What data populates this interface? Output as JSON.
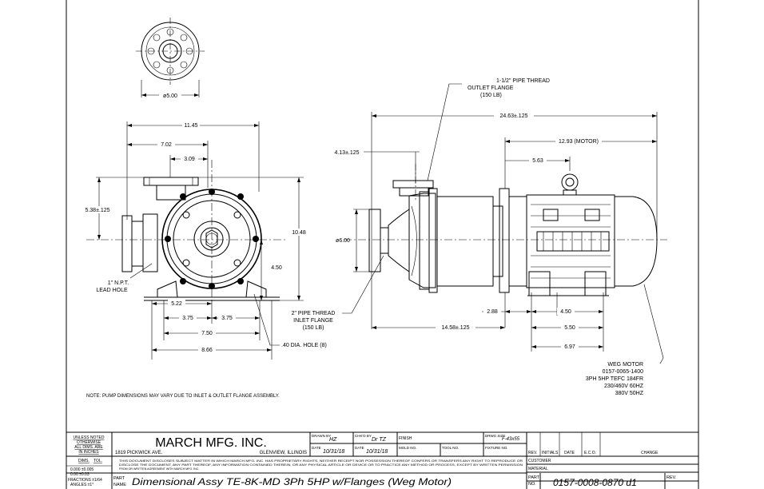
{
  "drawing": {
    "note": "NOTE: PUMP DIMENSIONS MAY VARY DUE TO INLET & OUTLET FLANGE ASSEMBLY.",
    "flange_view": {
      "diameter": "ø5.00"
    },
    "side_view": {
      "overall_width": "11.45",
      "dim_702": "7.02",
      "dim_309": "3.09",
      "height_538": "5.38±.125",
      "height_1048": "10.48",
      "height_450": "4.50",
      "npt_label": "1\" N.P.T.",
      "lead_hole": "LEAD HOLE",
      "dim_522": "5.22",
      "dim_375a": "3.75",
      "dim_375b": "3.75",
      "dim_750": "7.50",
      "dim_866": "8.66",
      "hole_note": ".40 DIA. HOLE (8)"
    },
    "front_view": {
      "outlet_1": "1-1/2\" PIPE THREAD",
      "outlet_2": "OUTLET FLANGE",
      "outlet_3": "(150 LB)",
      "overall_length": "24.63±.125",
      "motor_length": "12.93 (MOTOR)",
      "dim_563": "5.63",
      "dim_413": "4.13±.125",
      "dia_600": "ø6.00",
      "dim_288": "2.88",
      "dim_450": "4.50",
      "dim_1458": "14.58±.125",
      "dim_550": "5.50",
      "dim_697": "6.97",
      "inlet_1": "2\" PIPE THREAD",
      "inlet_2": "INLET FLANGE",
      "inlet_3": "(150 LB)",
      "motor_1": "WEG MOTOR",
      "motor_2": "0157-0065-1400",
      "motor_3": "3PH 5HP TEFC 184FR",
      "motor_4": "230/460V 60HZ",
      "motor_5": "380V 50HZ"
    }
  },
  "title_block": {
    "unless_noted_1": "UNLESS NOTED",
    "unless_noted_2": "OTHERWISE",
    "unless_noted_3": "ALL DIMS. ARE",
    "unless_noted_4": "IN INCHES",
    "company": "MARCH MFG. INC.",
    "address": "1819 PICKWICK AVE.",
    "city": "GLENVIEW, ILLINOIS",
    "drawn_by_label": "DRAWN BY",
    "drawn_by": "HZ",
    "date_label": "DATE",
    "drawn_date": "10/31/18",
    "chkd_label": "CHK'D BY",
    "chkd_by": "Dr TZ",
    "chkd_date": "10/31/18",
    "mold_label": "MOLD NO.",
    "finish_label": "FINISH",
    "tool_label": "TOOL NO.",
    "fixture_label": "FIXTURE NO.",
    "drwg_size_label": "DRWG SIZE",
    "drwg_size": "F-43x55",
    "dims_label": "DIMS.",
    "tol_label": "TOL.",
    "tol_1": "0.000   ±0.005",
    "tol_2": "0.00    ±0.03",
    "tol_3": "FRACTIONS ±1/64",
    "tol_4": "ANGLES   ±1°",
    "disclaimer_1": "THIS DOCUMENT DISCLOSES SUBJECT MATTER IN WHICH MARCH MFG. INC. HAS PROPRIETARY RIGHTS, NEITHER RECEIPT NOR POSSESSION THEREOF CONFERS OR TRANSFERS ANY RIGHT TO REPRODUCE OR",
    "disclaimer_2": "DISCLOSE THE DOCUMENT, ANY PART THEREOF, ANY INFORMATION CONTAINED THEREIN, OR ANY PHYSICAL ARTICLE OR DEVICE OR TO PRACTICE ANY METHOD OR PROCESS, EXCEPT BY WRITTEN PERMISSION",
    "disclaimer_3": "FROM OR WRITTEN AGREEMENT WITH MARCH MFG. INC.",
    "part_name_label_1": "PART",
    "part_name_label_2": "NAME",
    "part_name": "Dimensional Assy TE-8K-MD 3Ph 5HP w/Flanges (Weg Motor)",
    "rev_header": [
      "REV.",
      "INITIALS",
      "DATE",
      "E.C.O.",
      "CHANGE"
    ],
    "customer_label": "CUSTOMER",
    "material_label": "MATERIAL",
    "part_no_label_1": "PART",
    "part_no_label_2": "NO.",
    "part_no": "0157-0008-0870 d1",
    "rev_label": "REV."
  }
}
